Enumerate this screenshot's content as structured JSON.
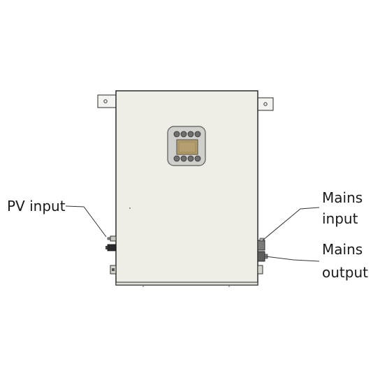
{
  "labels": {
    "pv_input": "PV input",
    "mains_input_line1": "Mains",
    "mains_input_line2": "input",
    "mains_output_line1": "Mains",
    "mains_output_line2": "output"
  },
  "colors": {
    "cabinet_fill": "#eeeee6",
    "cabinet_stroke": "#2b2b2b",
    "panel_fill": "#cfd0cc",
    "screen_fill": "#b59f6e",
    "button_fill": "#6d6f6e",
    "leader_line": "#333333",
    "bracket_fill": "#f3f3ef"
  }
}
